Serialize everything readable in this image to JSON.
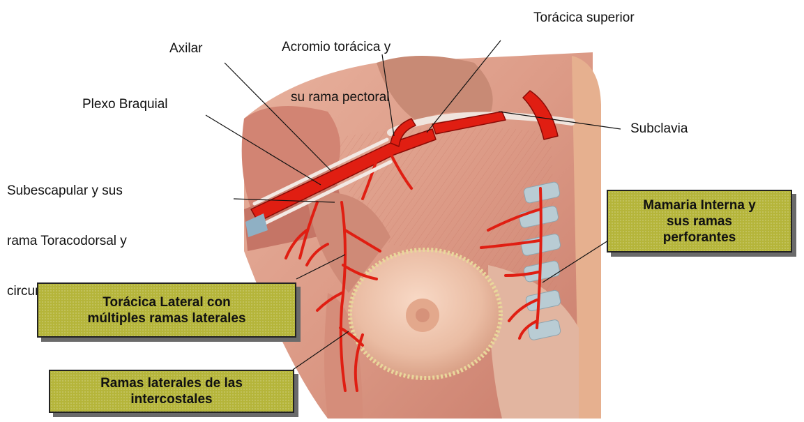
{
  "labels": {
    "axilar": "Axilar",
    "acromio_line1": "Acromio torácica y",
    "acromio_line2": "su rama pectoral",
    "toracica_superior": "Torácica superior",
    "plexo": "Plexo Braquial",
    "subclavia": "Subclavia",
    "subescapular_line1": "Subescapular y sus",
    "subescapular_line2": "rama Toracodorsal y",
    "subescapular_line3": "circunfleja escapular"
  },
  "boxes": {
    "mamaria_line1": "Mamaria Interna y",
    "mamaria_line2": "sus ramas",
    "mamaria_line3": "perforantes",
    "toracica_lateral_line1": "Torácica Lateral con",
    "toracica_lateral_line2": "múltiples ramas laterales",
    "intercostales_line1": "Ramas laterales de las",
    "intercostales_line2": "intercostales"
  },
  "colors": {
    "artery": "#e01e12",
    "skin": "#e9b79a",
    "muscle": "#d98a78",
    "label_box": "#b5b53a"
  }
}
